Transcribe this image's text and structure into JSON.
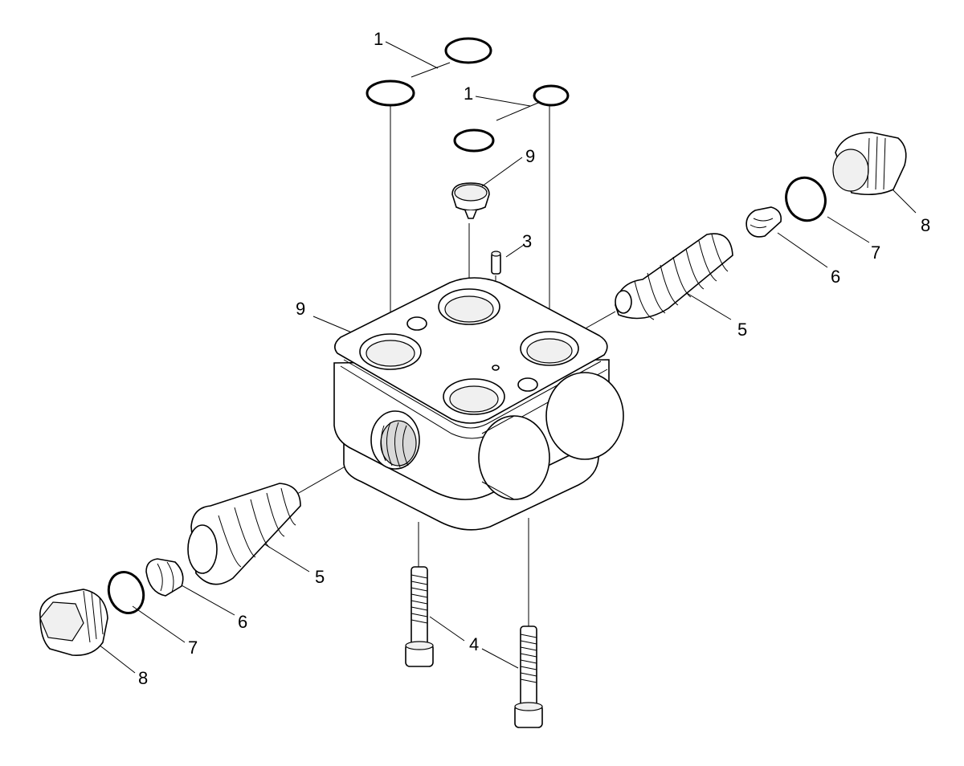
{
  "callouts": [
    {
      "id": "c1a",
      "label": "1"
    },
    {
      "id": "c1b",
      "label": "1"
    },
    {
      "id": "c9a",
      "label": "9"
    },
    {
      "id": "c3",
      "label": "3"
    },
    {
      "id": "c9b",
      "label": "9"
    },
    {
      "id": "c8r",
      "label": "8"
    },
    {
      "id": "c7r",
      "label": "7"
    },
    {
      "id": "c6r",
      "label": "6"
    },
    {
      "id": "c5r",
      "label": "5"
    },
    {
      "id": "c5l",
      "label": "5"
    },
    {
      "id": "c6l",
      "label": "6"
    },
    {
      "id": "c7l",
      "label": "7"
    },
    {
      "id": "c8l",
      "label": "8"
    },
    {
      "id": "c4",
      "label": "4"
    }
  ]
}
